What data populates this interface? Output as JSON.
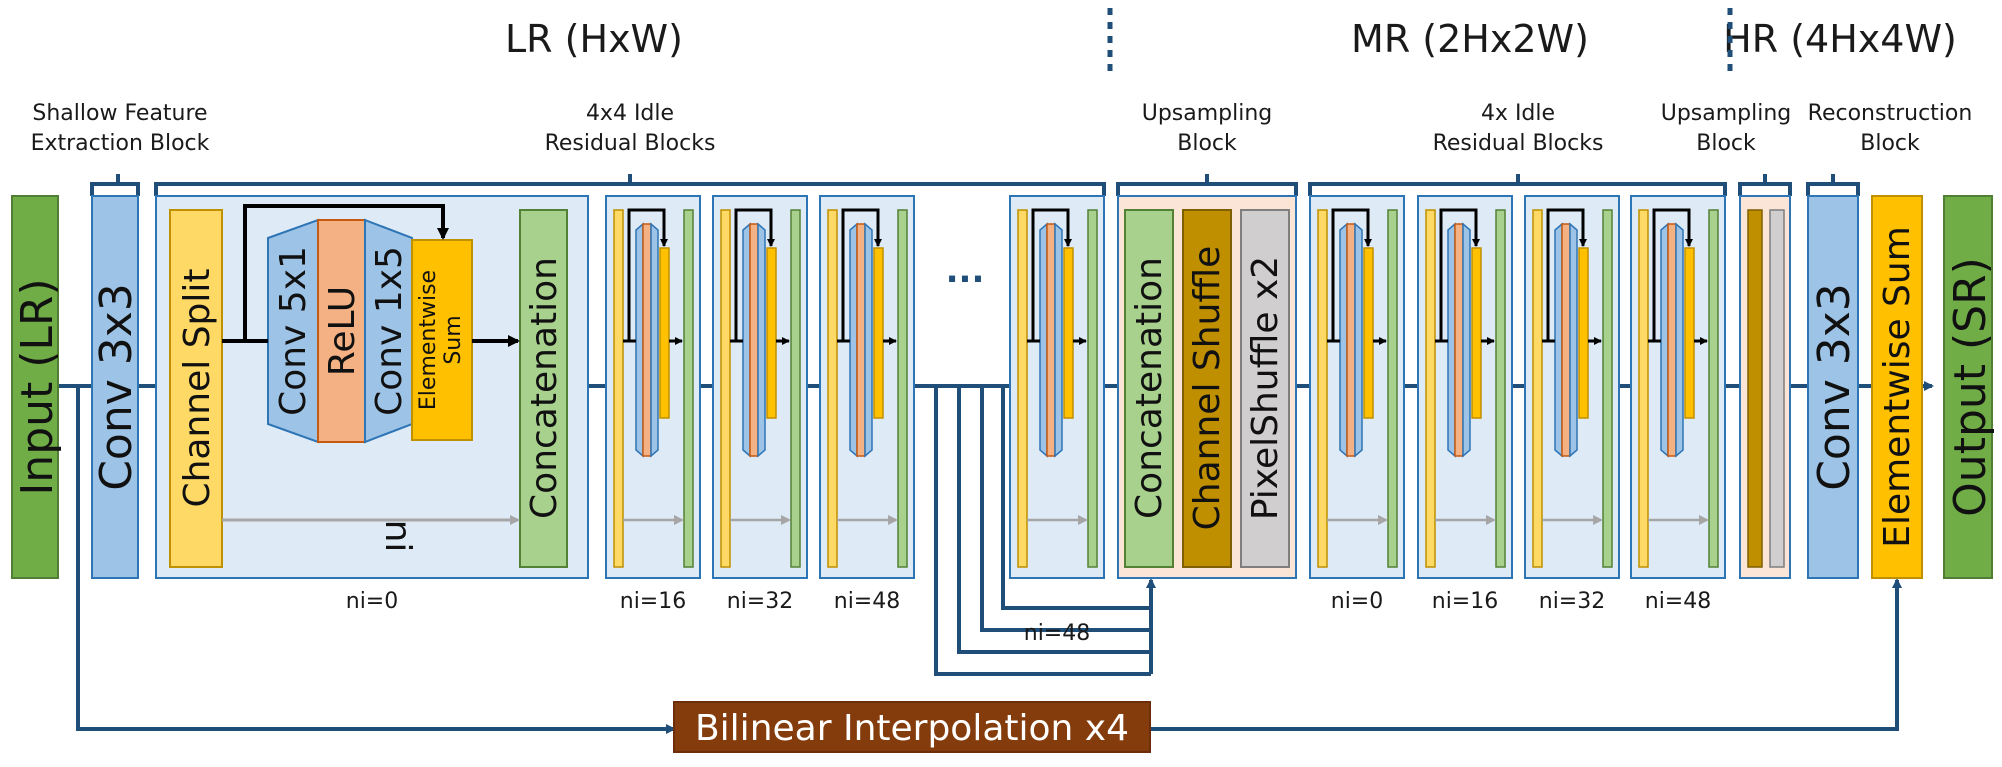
{
  "sections": {
    "lr": "LR (HxW)",
    "mr": "MR (2Hx2W)",
    "hr": "HR (4Hx4W)"
  },
  "captions": {
    "shallow_1": "Shallow Feature",
    "shallow_2": "Extraction Block",
    "idle_lr_1": "4x4 Idle",
    "idle_lr_2": "Residual Blocks",
    "up1_1": "Upsampling",
    "up1_2": "Block",
    "idle_mr_1": "4x Idle",
    "idle_mr_2": "Residual Blocks",
    "up2_1": "Upsampling",
    "up2_2": "Block",
    "recon_1": "Reconstruction",
    "recon_2": "Block"
  },
  "labels": {
    "input": "Input (LR)",
    "conv3x3": "Conv 3x3",
    "channel_split": "Channel Split",
    "conv5x1": "Conv 5x1",
    "relu": "ReLU",
    "conv1x5": "Conv 1x5",
    "elem_sum_1": "Elementwise",
    "elem_sum_2": "Sum",
    "concatenation": "Concatenation",
    "ni_letter": "ni",
    "ellipsis": "...",
    "up_concat": "Concatenation",
    "channel_shuffle": "Channel Shuffle",
    "pixelshuffle": "PixelShuffle x2",
    "conv3x3_recon": "Conv 3x3",
    "elementwise_sum": "Elementwise Sum",
    "output": "Output (SR)",
    "bilinear": "Bilinear Interpolation x4"
  },
  "ni_labels": {
    "lr_0": "ni=0",
    "lr_1": "ni=16",
    "lr_2": "ni=32",
    "lr_3": "ni=48",
    "lr_4": "ni=48",
    "mr_0": "ni=0",
    "mr_1": "ni=16",
    "mr_2": "ni=32",
    "mr_3": "ni=48"
  },
  "colors": {
    "green": "#70ad47",
    "blue": "#9dc3e6",
    "yellow": "#ffd966",
    "orange": "#f4b183",
    "gold": "#ffc000",
    "light_green": "#a9d18e",
    "light_blue_bg": "#deebf7",
    "peach_bg": "#fbe5d6",
    "brown": "#bf8f00",
    "gray": "#d0cece",
    "dark_brown": "#843c0c",
    "line_blue": "#1f4e79"
  }
}
